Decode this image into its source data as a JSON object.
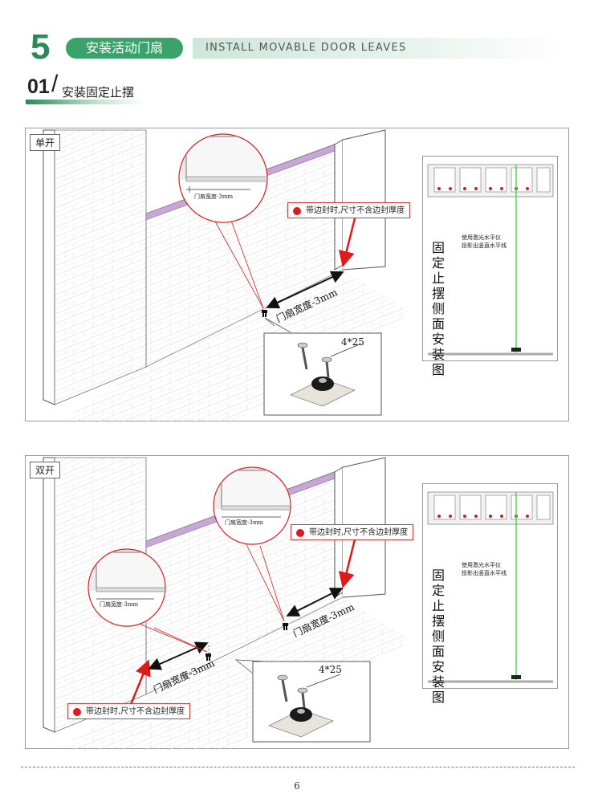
{
  "header": {
    "section_number": "5",
    "section_title": "安装活动门扇",
    "section_title_en": "INSTALL MOVABLE DOOR LEAVES",
    "sub_number": "01",
    "sub_slash": "/",
    "sub_title": "安装固定止摆"
  },
  "colors": {
    "brand_green": "#2a8a56",
    "pill_green": "#3aa36a",
    "callout_red": "#e01a1a",
    "laser_green": "#3fd13f",
    "track_purple": "#c9a6d8"
  },
  "panel_single": {
    "label": "单开",
    "zoom_label": "门扇宽度-3mm",
    "callout": "带边封时,尺寸不含边封厚度",
    "dimension_label": "门扇宽度-3mm",
    "screw_label": "4*25",
    "side_vertical_text": "固定止摆侧面安装图",
    "side_note_line1": "使用激光水平仪",
    "side_note_line2": "投影出竖直水平线"
  },
  "panel_double": {
    "label": "双开",
    "zoom_label_left": "门扇宽度-3mm",
    "zoom_label_right": "门扇宽度-3mm",
    "callout_right": "带边封时,尺寸不含边封厚度",
    "callout_left": "带边封时,尺寸不含边封厚度",
    "dimension_label_left": "门扇宽度-3mm",
    "dimension_label_right": "门扇宽度-3mm",
    "screw_label": "4*25",
    "side_vertical_text": "固定止摆侧面安装图",
    "side_note_line1": "使用激光水平仪",
    "side_note_line2": "投影出竖直水平线"
  },
  "footer": {
    "page_number": "6"
  }
}
